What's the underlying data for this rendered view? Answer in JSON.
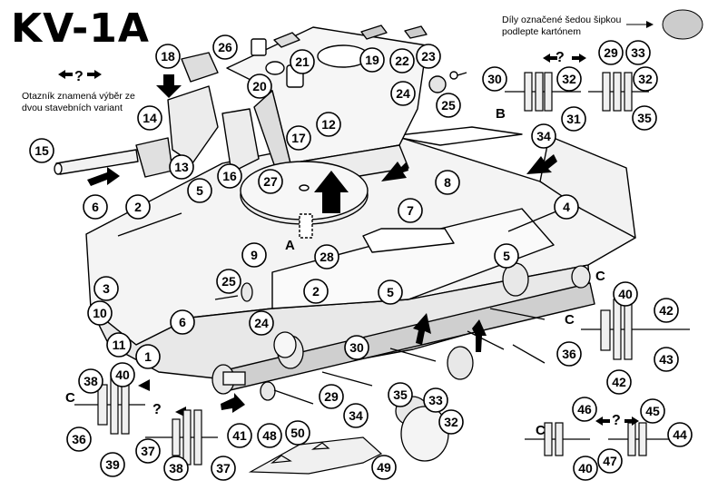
{
  "title": "KV-1A",
  "notes": {
    "grey_arrow_line1": "Díly označené šedou šipkou",
    "grey_arrow_line2": "podlepte kartónem",
    "variant_line1": "Otazník znamená výběr ze",
    "variant_line2": "dvou stavebních variant",
    "question_mark": "?"
  },
  "section_labels": {
    "A": "A",
    "B": "B",
    "C": "C"
  },
  "part_numbers": [
    "1",
    "2",
    "3",
    "4",
    "5",
    "6",
    "7",
    "8",
    "9",
    "10",
    "11",
    "12",
    "13",
    "14",
    "15",
    "16",
    "17",
    "18",
    "19",
    "20",
    "21",
    "22",
    "23",
    "24",
    "25",
    "26",
    "27",
    "28",
    "29",
    "30",
    "31",
    "32",
    "33",
    "34",
    "35",
    "36",
    "37",
    "38",
    "39",
    "40",
    "41",
    "42",
    "43",
    "44",
    "45",
    "46",
    "47",
    "48",
    "49",
    "50"
  ]
}
